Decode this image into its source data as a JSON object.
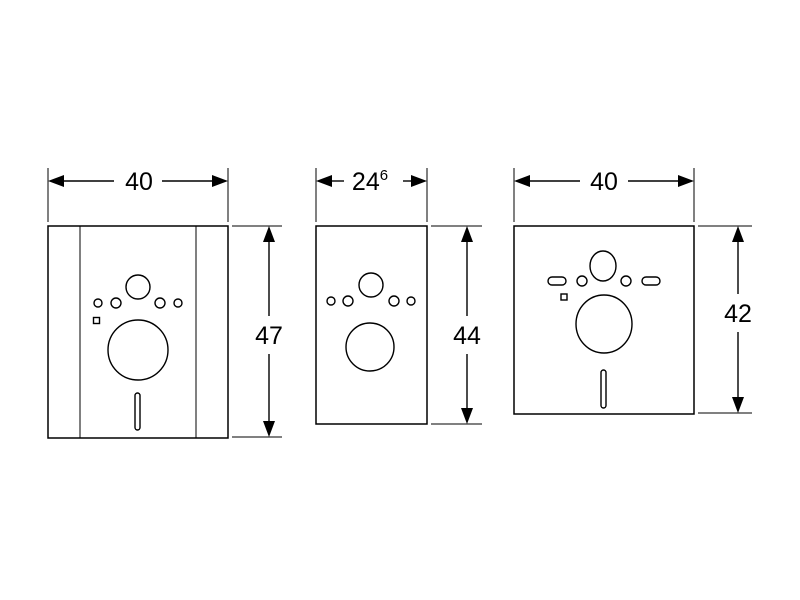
{
  "panels": [
    {
      "id": "a",
      "width_label": "40",
      "width_sup": "",
      "height_label": "47"
    },
    {
      "id": "b",
      "width_label": "24",
      "width_sup": "6",
      "height_label": "44"
    },
    {
      "id": "c",
      "width_label": "40",
      "width_sup": "",
      "height_label": "42"
    }
  ],
  "colors": {
    "line": "#000000",
    "background": "#ffffff"
  }
}
